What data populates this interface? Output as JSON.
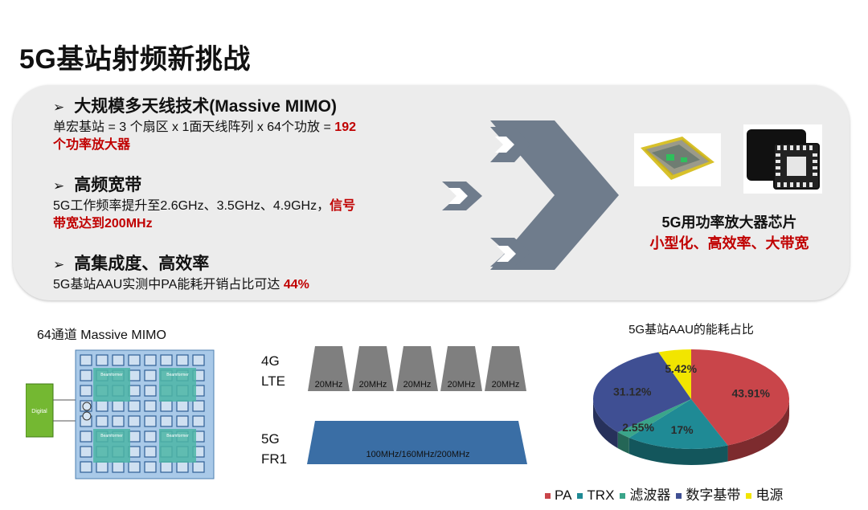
{
  "title": "5G基站射频新挑战",
  "points": [
    {
      "bullet": "➢",
      "heading": "大规模多天线技术(Massive MIMO)",
      "text": "单宏基站 = 3 个扇区 x 1面天线阵列 x 64个功放 = ",
      "red": "192",
      "line2_red": "个功率放大器"
    },
    {
      "bullet": "➢",
      "heading": "高频宽带",
      "text": "5G工作频率提升至2.6GHz、3.5GHz、4.9GHz，",
      "red": "信号",
      "line2_red": "带宽达到200MHz"
    },
    {
      "bullet": "➢",
      "heading": "高集成度、高效率",
      "text": "5G基站AAU实测中PA能耗开销占比可达 ",
      "red": "44%"
    }
  ],
  "chip": {
    "title": "5G用功率放大器芯片",
    "subtitle": "小型化、高效率、大带宽"
  },
  "mimo": {
    "title": "64通道 Massive MIMO",
    "digital_label": "Digital",
    "beamformer_label": "Beamformer"
  },
  "bands": {
    "lte_label_1": "4G",
    "lte_label_2": "LTE",
    "lte_channels": [
      "20MHz",
      "20MHz",
      "20MHz",
      "20MHz",
      "20MHz"
    ],
    "nr_label_1": "5G",
    "nr_label_2": "FR1",
    "nr_channel": "100MHz/160MHz/200MHz"
  },
  "colors": {
    "accent_red": "#c00000",
    "arrow": "#6f7c8c",
    "panel": "#ececec",
    "lte_band": "#7f7f7f",
    "nr_band": "#3a6ea5"
  },
  "chart_data": {
    "type": "pie",
    "title": "5G基站AAU的能耗占比",
    "categories": [
      "PA",
      "TRX",
      "滤波器",
      "数字基带",
      "电源"
    ],
    "values": [
      43.91,
      17,
      2.55,
      31.12,
      5.42
    ],
    "labels": [
      "43.91%",
      "17%",
      "2.55%",
      "31.12%",
      "5.42%"
    ],
    "colors": [
      "#c9454a",
      "#1f8a95",
      "#3aa58a",
      "#3f4f93",
      "#f2e500"
    ],
    "legend_position": "bottom"
  }
}
